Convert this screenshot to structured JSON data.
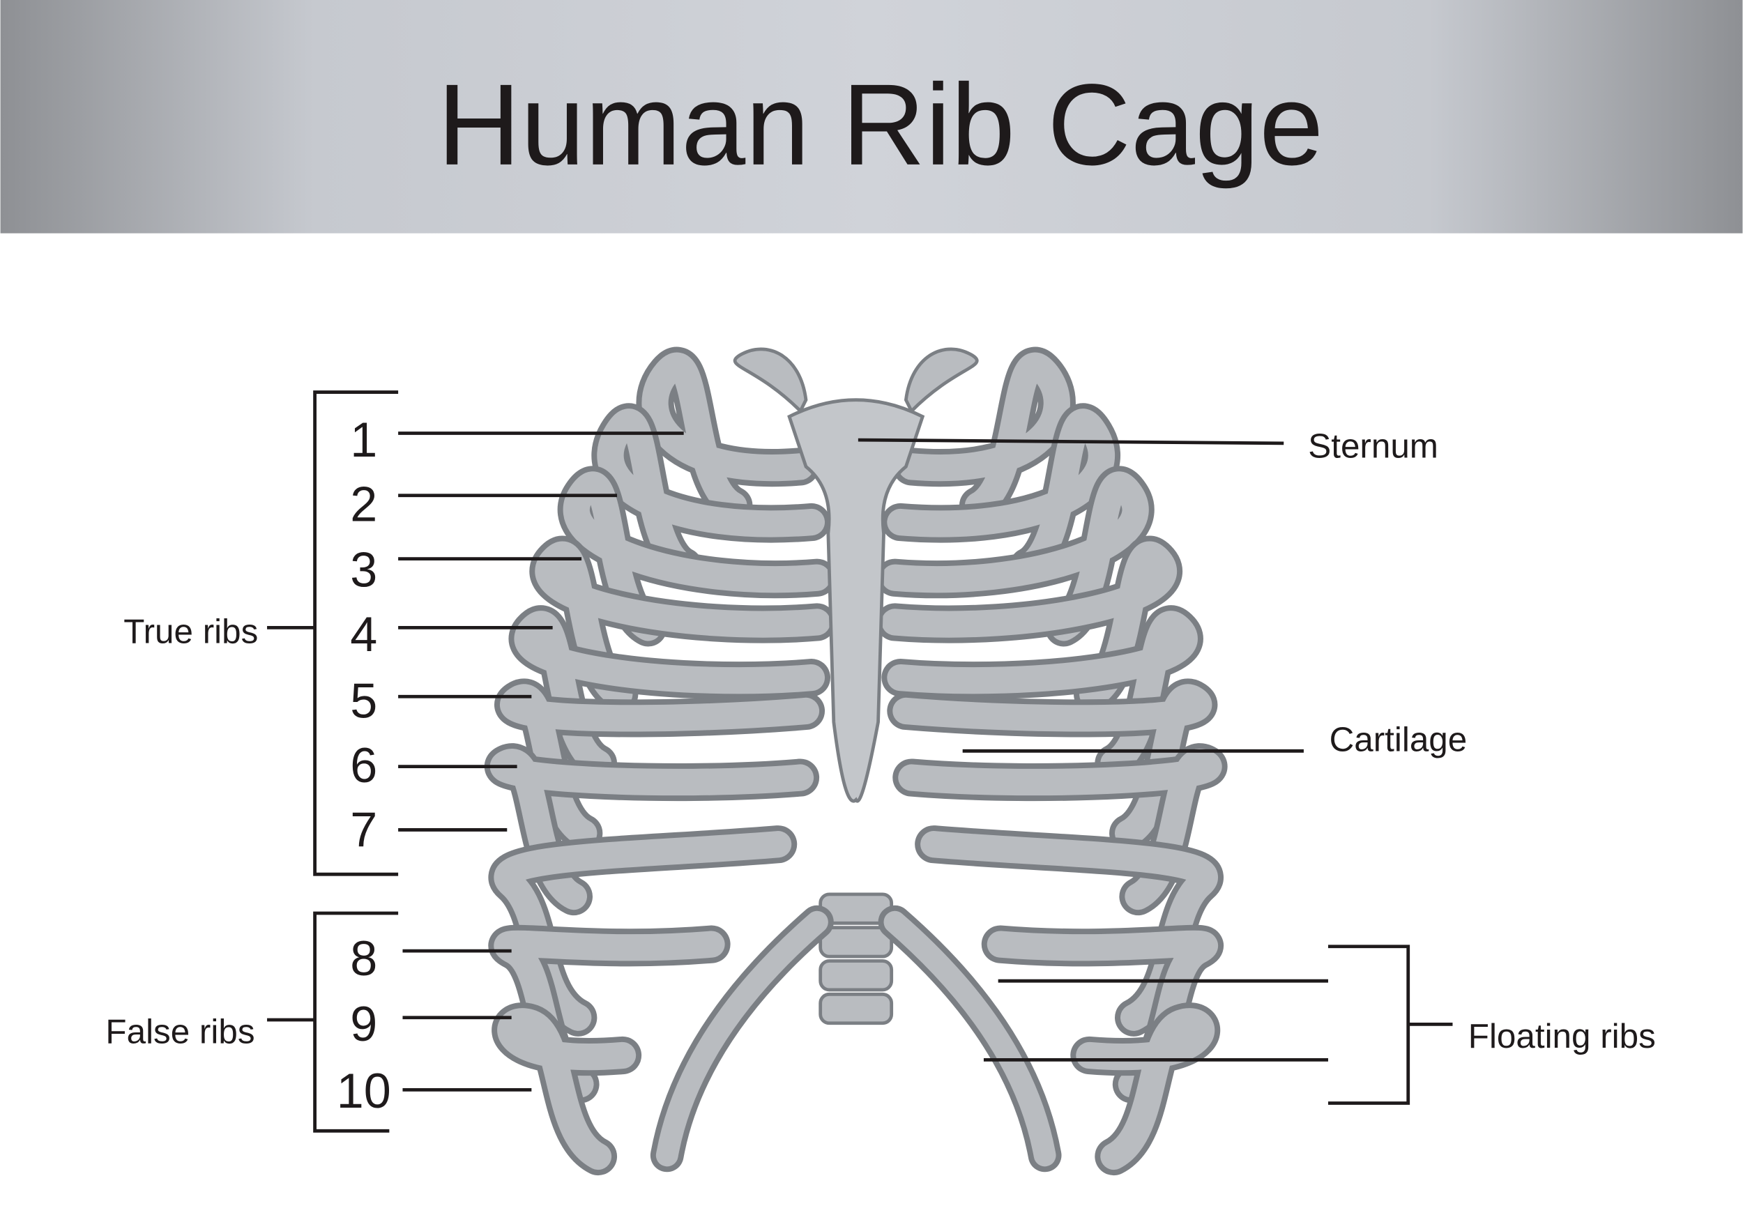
{
  "title": "Human Rib Cage",
  "colors": {
    "header_light": "#cdd0d6",
    "header_dark": "#8e9094",
    "bone": "#b9bcc0",
    "bone_shadow": "#7b7f84",
    "text": "#1e1a1b"
  },
  "rib_numbers": [
    "1",
    "2",
    "3",
    "4",
    "5",
    "6",
    "7",
    "8",
    "9",
    "10"
  ],
  "labels": {
    "true_ribs": "True ribs",
    "false_ribs": "False ribs",
    "sternum": "Sternum",
    "cartilage": "Cartilage",
    "floating_ribs": "Floating ribs"
  }
}
